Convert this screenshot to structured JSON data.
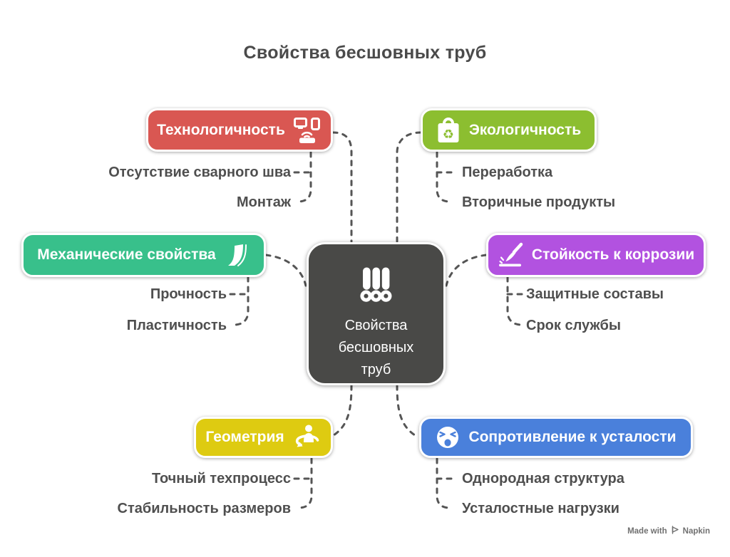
{
  "title": "Свойства бесшовных труб",
  "center": {
    "label": "Свойства бесшовных труб",
    "color": "#494947",
    "icon": "pipes-icon"
  },
  "branches": [
    {
      "id": "tech",
      "label": "Технологичность",
      "color": "#D95752",
      "icon": "devices-icon",
      "children": [
        "Отсутствие сварного шва",
        "Монтаж"
      ]
    },
    {
      "id": "eco",
      "label": "Экологичность",
      "color": "#8CBE30",
      "icon": "recycle-bag-icon",
      "children": [
        "Переработка",
        "Вторичные продукты"
      ]
    },
    {
      "id": "mech",
      "label": "Механические свойства",
      "color": "#38C08B",
      "icon": "curved-flag-icon",
      "children": [
        "Прочность",
        "Пластичность"
      ]
    },
    {
      "id": "corr",
      "label": "Стойкость к коррозии",
      "color": "#B252E0",
      "icon": "brush-icon",
      "children": [
        "Защитные составы",
        "Срок службы"
      ]
    },
    {
      "id": "geom",
      "label": "Геометрия",
      "color": "#DECB11",
      "icon": "rotation-person-icon",
      "children": [
        "Точный техпроцесс",
        "Стабильность размеров"
      ]
    },
    {
      "id": "fatigue",
      "label": "Сопротивление к усталости",
      "color": "#4A80DB",
      "icon": "weary-face-icon",
      "children": [
        "Однородная структура",
        "Усталостные нагрузки"
      ]
    }
  ],
  "colors": {
    "background": "#FFFFFF",
    "text": "#4F4F4F",
    "title_text": "#4A4A4A",
    "connector": "#555555",
    "node_text": "#FFFFFF",
    "node_border": "#FFFFFF"
  },
  "watermark": {
    "prefix": "Made with",
    "brand": "Napkin"
  }
}
